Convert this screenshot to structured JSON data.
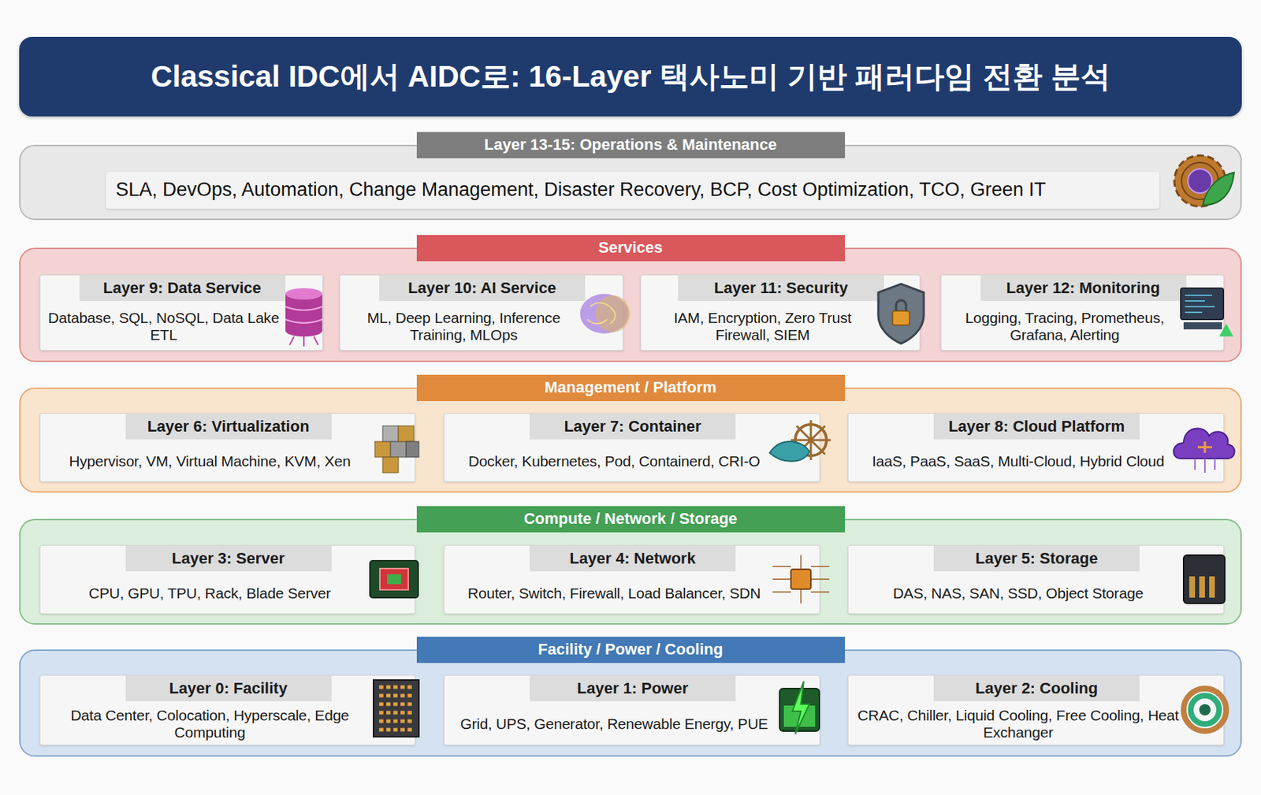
{
  "diagram": {
    "title": "Classical IDC에서 AIDC로: 16-Layer 택사노미 기반 패러다임 전환 분석",
    "nodes": [
      {
        "text": [
          "Layer 13-15: Operations & Maintenance"
        ]
      },
      {
        "text": [
          "SLA, DevOps, Automation, Change Management, Disaster Recovery, BCP, Cost Optimization, TCO, Green IT"
        ],
        "in": 0
      },
      {
        "text": [
          "Services"
        ]
      },
      {
        "text": [
          "Layer 9: Data Service",
          "Database, SQL, NoSQL, Data Lake ETL"
        ],
        "in": 2
      },
      {
        "text": [
          "Layer 10: AI Service",
          "ML, Deep Learning, Inference Training, MLOps"
        ],
        "in": 2
      },
      {
        "text": [
          "Layer 11: Security",
          "IAM, Encryption, Zero Trust Firewall, SIEM"
        ],
        "in": 2
      },
      {
        "text": [
          "Layer 12: Monitoring",
          "Logging, Tracing, Prometheus, Grafana, Alerting"
        ],
        "in": 2
      },
      {
        "text": [
          "Management / Platform"
        ]
      },
      {
        "text": [
          "Layer 6: Virtualization",
          "Hypervisor, VM, Virtual Machine, KVM, Xen"
        ],
        "in": 7
      },
      {
        "text": [
          "Layer 7: Container",
          "Docker, Kubernetes, Pod, Containerd, CRI-O"
        ],
        "in": 7
      },
      {
        "text": [
          "Layer 8: Cloud Platform",
          "IaaS, PaaS, SaaS, Multi-Cloud, Hybrid Cloud"
        ],
        "in": 7
      },
      {
        "text": [
          "Compute / Network / Storage"
        ]
      },
      {
        "text": [
          "Layer 3: Server",
          "CPU, GPU, TPU, Rack, Blade Server"
        ],
        "in": 11
      },
      {
        "text": [
          "Layer 4: Network",
          "Router, Switch, Firewall, Load Balancer, SDN"
        ],
        "in": 11
      },
      {
        "text": [
          "Layer 5: Storage",
          "DAS, NAS, SAN, SSD, Object Storage"
        ],
        "in": 11
      },
      {
        "text": [
          "Facility / Power / Cooling"
        ]
      },
      {
        "text": [
          "Layer 0: Facility",
          "Data Center, Colocation, Hyperscale, Edge Computing"
        ],
        "in": 15
      },
      {
        "text": [
          "Layer 1: Power",
          "Grid, UPS, Generator, Renewable Energy, PUE"
        ],
        "in": 15
      },
      {
        "text": [
          "Layer 2: Cooling",
          "CRAC, Chiller, Liquid Cooling, Free Cooling, Heat Exchanger"
        ],
        "in": 15
      }
    ]
  }
}
